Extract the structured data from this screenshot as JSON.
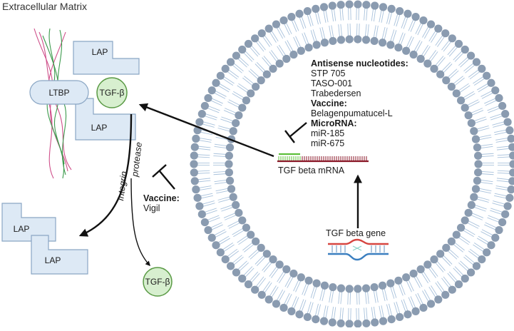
{
  "title": "Extracellular Matrix",
  "ltbp_label": "LTBP",
  "lap_label": "LAP",
  "tgf_label": "TGF-β",
  "integrin_label": "Integrin",
  "protease_label": "protease",
  "vaccine_left": {
    "heading": "Vaccine:",
    "item": "Vigil"
  },
  "therapies": {
    "antisense_heading": "Antisense nucleotides:",
    "antisense_items": [
      "STP 705",
      "TASO-001",
      "Trabedersen"
    ],
    "vaccine_heading": "Vaccine:",
    "vaccine_items": [
      "Belagenpumatucel-L"
    ],
    "microrna_heading": "MicroRNA:",
    "microrna_items": [
      "miR-185",
      "miR-675"
    ]
  },
  "mrna_label": "TGF beta mRNA",
  "gene_label": "TGF beta gene",
  "colors": {
    "membrane_head": "#8a9bb0",
    "membrane_tail": "#a9c2dc",
    "lap_fill": "#dde9f5",
    "tgf_fill": "#d7efcf",
    "mrna": "#8b1a2a",
    "mrna_bound": "#5cbf3a",
    "dna_red": "#d64540",
    "dna_blue": "#3b7fc0"
  }
}
